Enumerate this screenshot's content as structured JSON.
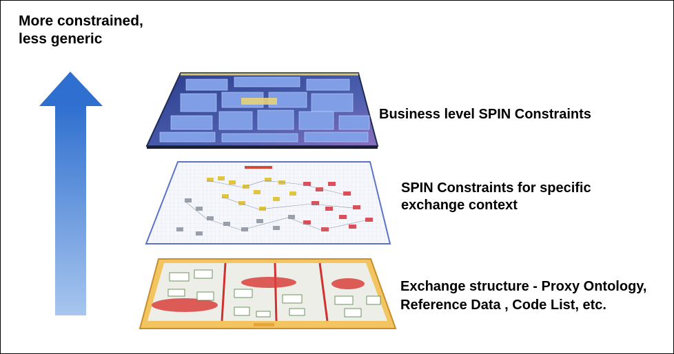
{
  "axis_label": "More constrained,\nless generic",
  "layers": [
    {
      "label": "Business level SPIN Constraints"
    },
    {
      "label": "SPIN Constraints for specific exchange context"
    },
    {
      "label": "Exchange structure - Proxy Ontology, Reference Data , Code List, etc."
    }
  ],
  "colors": {
    "arrow_top": "#2f6fcf",
    "arrow_bottom": "#a8c6ee",
    "layer1": "#3c4e9e",
    "layer2": "#f6f7fb",
    "layer3": "#f3c560"
  }
}
